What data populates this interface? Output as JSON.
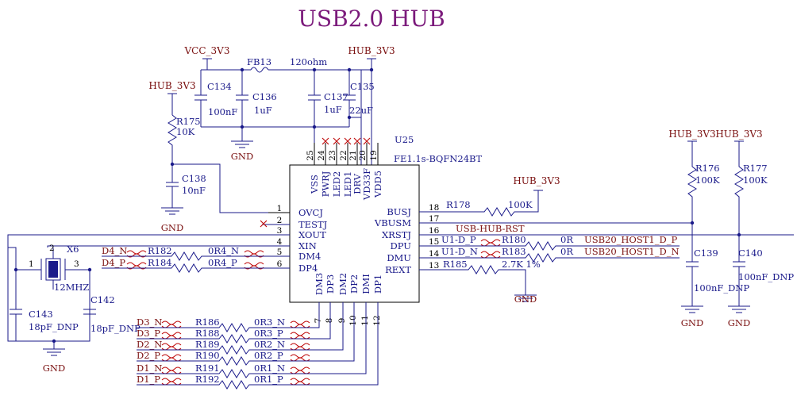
{
  "title": "USB2.0 HUB",
  "power": {
    "vcc_3v3": "VCC_3V3",
    "hub_3v3_top": "HUB_3V3",
    "hub_3v3_left": "HUB_3V3",
    "hub_3v3_busj": "HUB_3V3",
    "hub_3v3_r176": "HUB_3V3",
    "hub_3v3_r177": "HUB_3V3",
    "gnd": "GND"
  },
  "components": {
    "fb13": "FB13",
    "fb13_value": "120ohm",
    "c134": "C134",
    "c134_value": "100nF",
    "c136": "C136",
    "c136_value": "1uF",
    "c137": "C137",
    "c137_value": "1uF",
    "c135": "C135",
    "c135_value": "22uF",
    "r175": "R175",
    "r175_value": "10K",
    "c138": "C138",
    "c138_value": "10nF",
    "x6": "X6",
    "x6_value": "12MHZ",
    "c143": "C143",
    "c143_value": "18pF_DNP",
    "c142": "C142",
    "c142_value": "18pF_DNP",
    "r176": "R176",
    "r176_value": "100K",
    "r177": "R177",
    "r177_value": "100K",
    "c139": "C139",
    "c139_value": "100nF_DNP",
    "c140": "C140",
    "c140_value": "100nF_DNP",
    "r178": "R178",
    "r178_value": "100K",
    "r185": "R185",
    "r185_value": "2.7K 1%",
    "r180": "R180",
    "r183": "R183",
    "r182": "R182",
    "r184": "R184",
    "zero_ohm": "0R",
    "xtal_pin1": "1",
    "xtal_pin2": "2",
    "xtal_pin3": "3"
  },
  "ic": {
    "ref": "U25",
    "part": "FE1.1s-BQFN24BT",
    "top_pins": [
      {
        "num": "25",
        "name": "VSS"
      },
      {
        "num": "24",
        "name": "PWRJ"
      },
      {
        "num": "23",
        "name": "LED2"
      },
      {
        "num": "22",
        "name": "LED1"
      },
      {
        "num": "21",
        "name": "DRV"
      },
      {
        "num": "20",
        "name": "VD33F"
      },
      {
        "num": "19",
        "name": "VDD5"
      }
    ],
    "left_pins": [
      {
        "num": "1",
        "name": "OVCJ"
      },
      {
        "num": "2",
        "name": "TESTJ"
      },
      {
        "num": "3",
        "name": "XOUT"
      },
      {
        "num": "4",
        "name": "XIN"
      },
      {
        "num": "5",
        "name": "DM4"
      },
      {
        "num": "6",
        "name": "DP4"
      }
    ],
    "right_pins": [
      {
        "num": "18",
        "name": "BUSJ"
      },
      {
        "num": "17",
        "name": "VBUSM"
      },
      {
        "num": "16",
        "name": "XRSTJ"
      },
      {
        "num": "15",
        "name": "DPU"
      },
      {
        "num": "14",
        "name": "DMU"
      },
      {
        "num": "13",
        "name": "REXT"
      }
    ],
    "bottom_pins": [
      {
        "num": "7",
        "name": "DM3"
      },
      {
        "num": "8",
        "name": "DP3"
      },
      {
        "num": "9",
        "name": "DM2"
      },
      {
        "num": "10",
        "name": "DP2"
      },
      {
        "num": "11",
        "name": "DMI"
      },
      {
        "num": "12",
        "name": "DP1"
      }
    ]
  },
  "nets": {
    "d4n": "D4_N",
    "d4p": "D4_P",
    "r4n": "0R4_N",
    "r4p": "0R4_P",
    "usb_hub_rst": "USB-HUB-RST",
    "u1_dp": "U1-D_P",
    "u1_dn": "U1-D_N",
    "host_dp": "USB20_HOST1_D_P",
    "host_dn": "USB20_HOST1_D_N"
  },
  "bottom_nets": [
    {
      "left": "D3_N",
      "ref": "R186",
      "right": "0R3_N"
    },
    {
      "left": "D3_P",
      "ref": "R188",
      "right": "0R3_P"
    },
    {
      "left": "D2_N",
      "ref": "R189",
      "right": "0R2_N"
    },
    {
      "left": "D2_P",
      "ref": "R190",
      "right": "0R2_P"
    },
    {
      "left": "D1_N",
      "ref": "R191",
      "right": "0R1_N"
    },
    {
      "left": "D1_P",
      "ref": "R192",
      "right": "0R1_P"
    }
  ]
}
